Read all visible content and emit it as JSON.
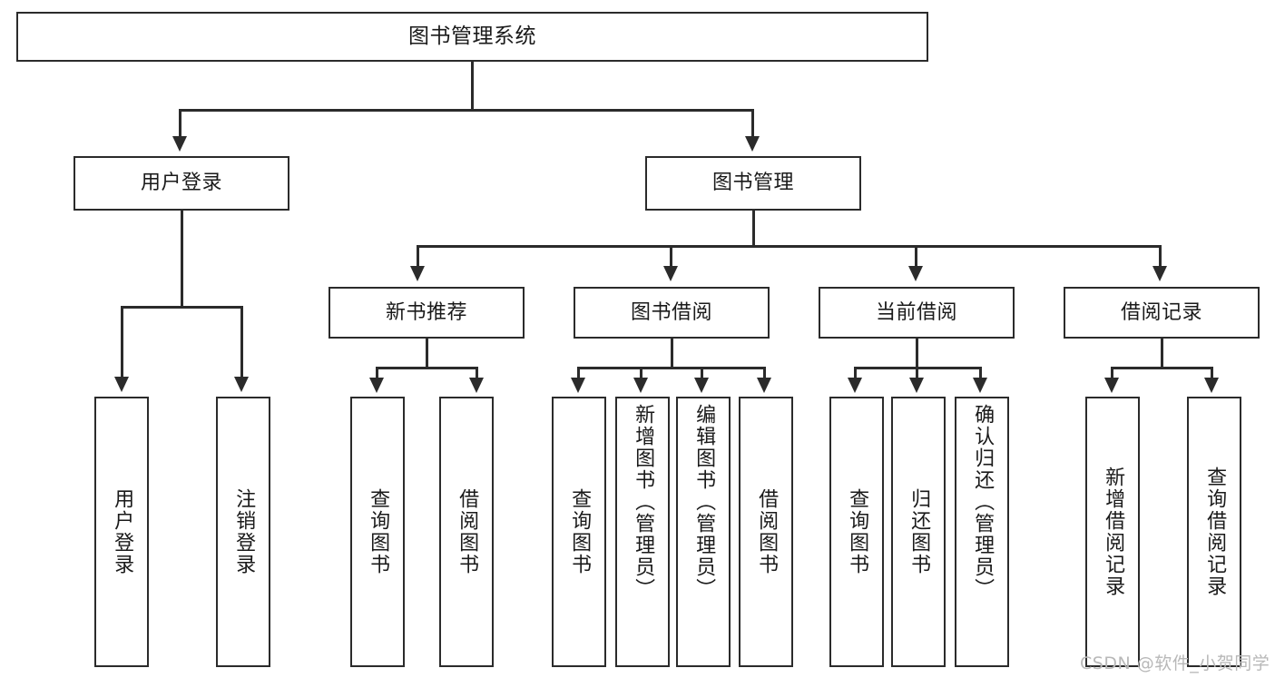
{
  "diagram": {
    "title": "图书管理系统",
    "watermark": "CSDN @软件_小贺同学",
    "root": {
      "label": "图书管理系统"
    },
    "level2": [
      {
        "key": "user_login",
        "label": "用户登录"
      },
      {
        "key": "book_manage",
        "label": "图书管理"
      }
    ],
    "level3": [
      {
        "key": "new_book_rec",
        "label": "新书推荐"
      },
      {
        "key": "book_borrow",
        "label": "图书借阅"
      },
      {
        "key": "current_borrow",
        "label": "当前借阅"
      },
      {
        "key": "borrow_record",
        "label": "借阅记录"
      }
    ],
    "leaves": {
      "user_login": [
        {
          "label": "用户登录"
        },
        {
          "label": "注销登录"
        }
      ],
      "new_book_rec": [
        {
          "label": "查询图书"
        },
        {
          "label": "借阅图书"
        }
      ],
      "book_borrow": [
        {
          "label": "查询图书"
        },
        {
          "label": "新增图书（管理员）"
        },
        {
          "label": "编辑图书（管理员）"
        },
        {
          "label": "借阅图书"
        }
      ],
      "current_borrow": [
        {
          "label": "查询图书"
        },
        {
          "label": "归还图书"
        },
        {
          "label": "确认归还（管理员）"
        }
      ],
      "borrow_record": [
        {
          "label": "新增借阅记录"
        },
        {
          "label": "查询借阅记录"
        }
      ]
    },
    "colors": {
      "stroke": "#2b2b2b",
      "text": "#1a1a1a",
      "background": "#ffffff",
      "watermark": "#b8b8b8"
    }
  }
}
